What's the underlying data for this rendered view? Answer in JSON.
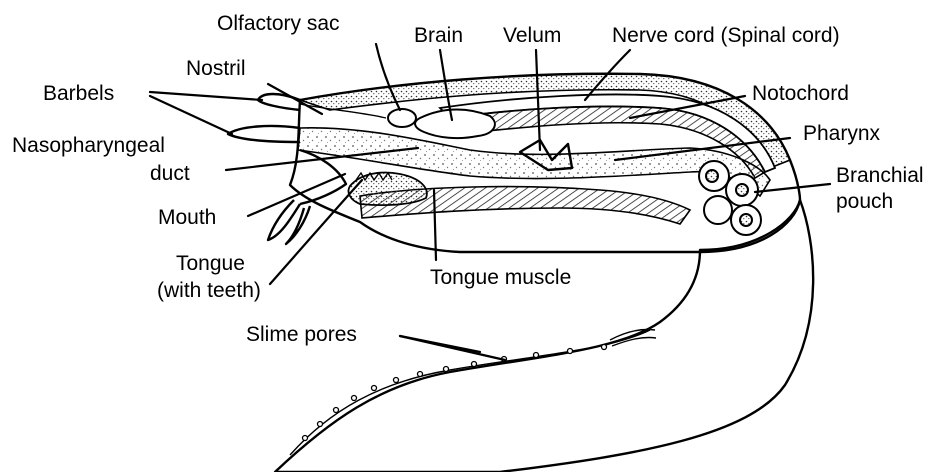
{
  "labels": {
    "olfactory_sac": "Olfactory sac",
    "brain": "Brain",
    "velum": "Velum",
    "nerve_cord": "Nerve cord (Spinal cord)",
    "nostril": "Nostril",
    "barbels": "Barbels",
    "notochord": "Notochord",
    "nasopharyngeal_1": "Nasopharyngeal",
    "nasopharyngeal_2": "duct",
    "pharynx": "Pharynx",
    "branchial_1": "Branchial",
    "branchial_2": "pouch",
    "mouth": "Mouth",
    "tongue_1": "Tongue",
    "tongue_2": "(with teeth)",
    "tongue_muscle": "Tongue muscle",
    "slime_pores": "Slime pores"
  }
}
